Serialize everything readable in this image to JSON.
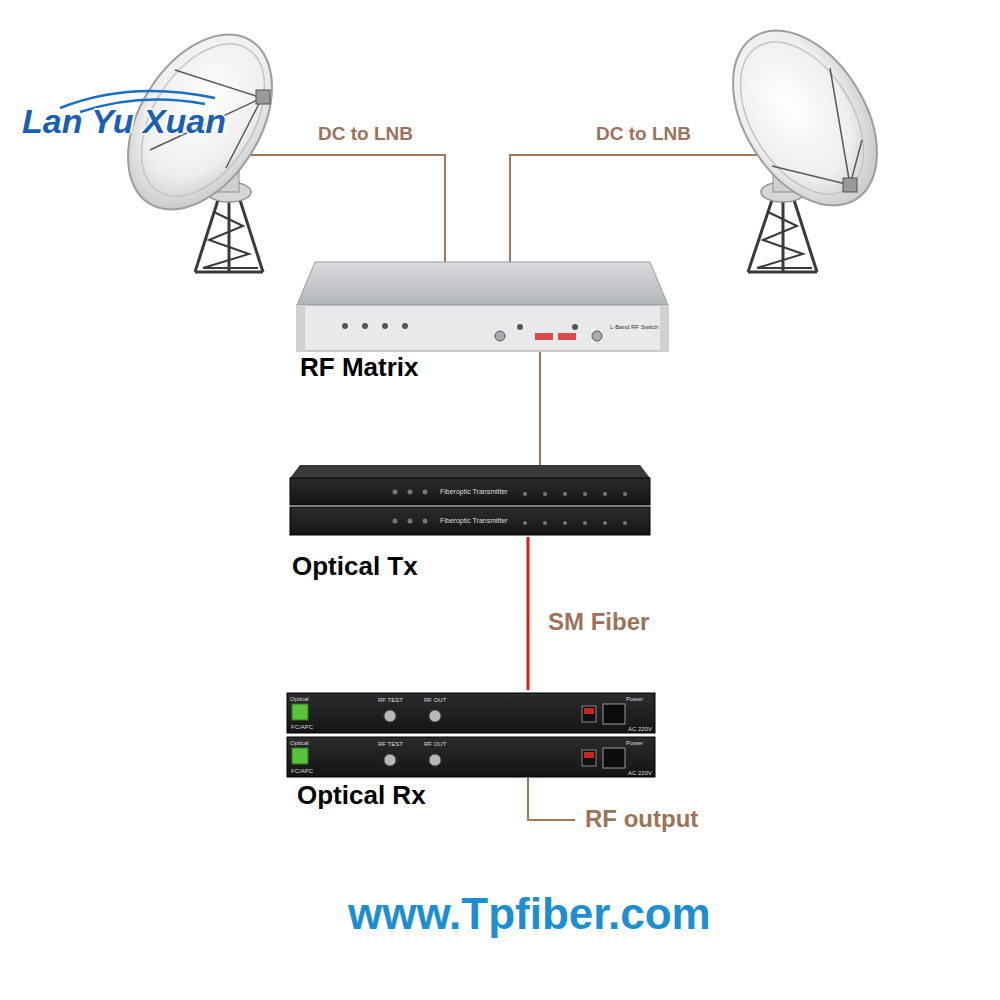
{
  "diagram": {
    "nodes": [
      {
        "text": [
          "RF Matrix"
        ]
      },
      {
        "text": [
          "Optical Tx"
        ]
      },
      {
        "text": [
          "Optical Rx"
        ]
      }
    ],
    "edges": [
      {
        "from": 0,
        "to": 1,
        "arrow": "none"
      },
      {
        "from": 1,
        "to": 2,
        "arrow": "none",
        "label": "SM Fiber"
      }
    ],
    "labels": [
      "Lan Yu Xuan",
      "DC to LNB",
      "DC to LNB",
      "L-Band RF Switch",
      "Fiberoptic Transmitter",
      "Fiberoptic Transmitter",
      "Optical",
      "FC/APC",
      "RF TEST",
      "RF OUT",
      "Power",
      "AC 220V",
      "Optical",
      "FC/APC",
      "RF TEST",
      "RF OUT",
      "Power",
      "AC 220V",
      "RF output",
      "www.Tpfiber.com"
    ]
  }
}
